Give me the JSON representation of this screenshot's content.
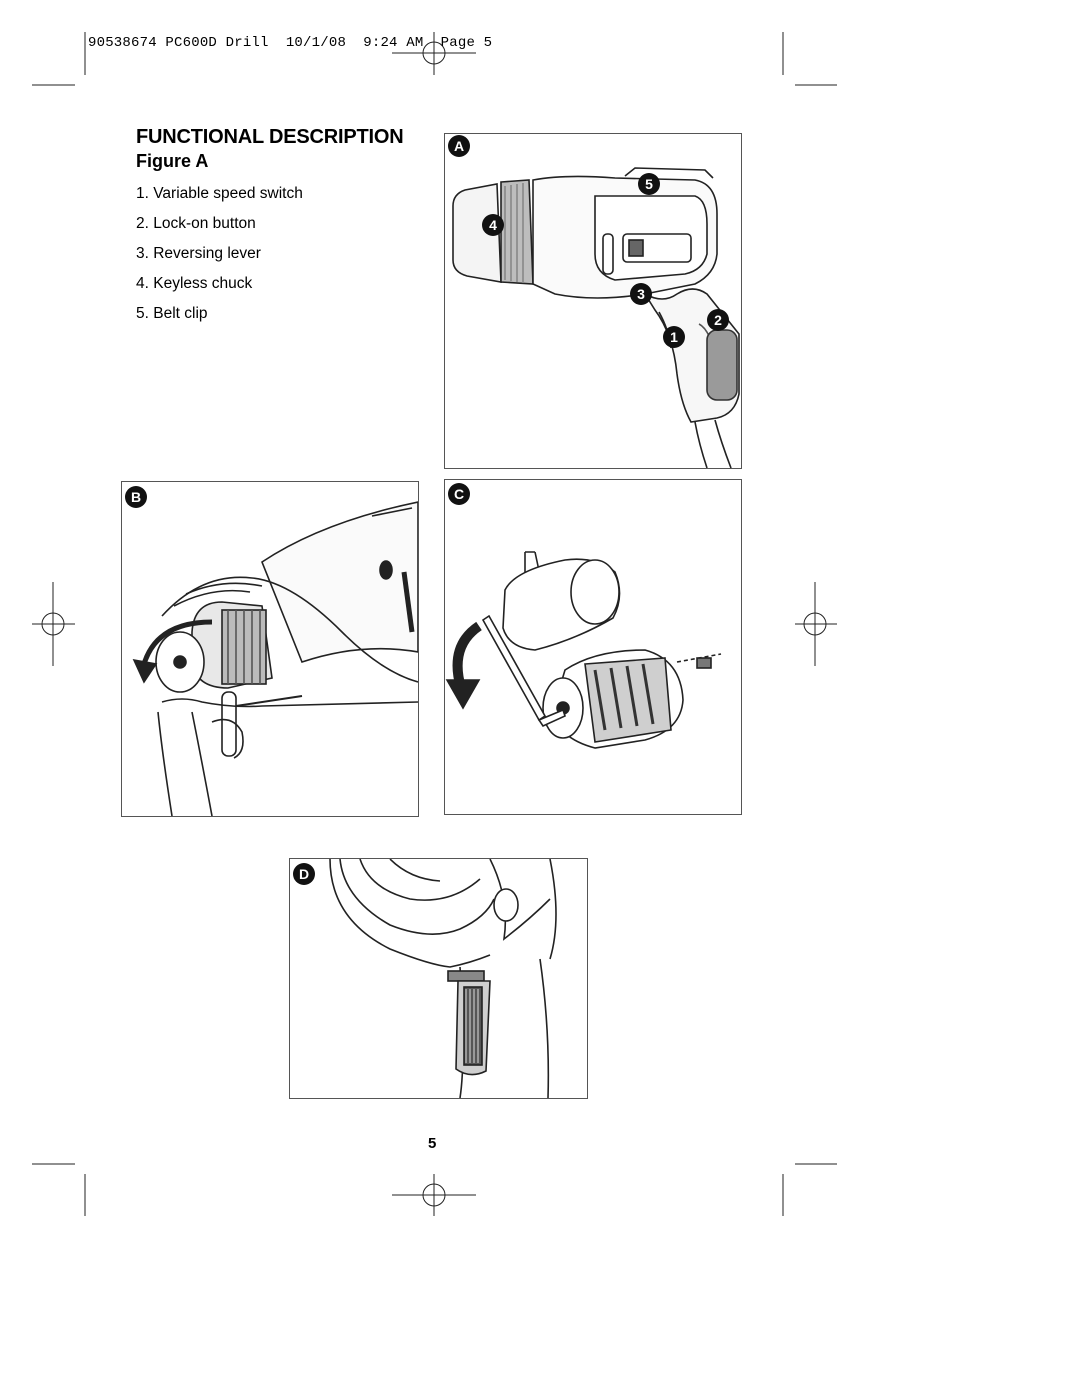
{
  "header": {
    "slug": "90538674 PC600D Drill  10/1/08  9:24 AM  Page 5"
  },
  "section": {
    "title": "FUNCTIONAL DESCRIPTION",
    "subtitle": "Figure A"
  },
  "parts_list": [
    "1. Variable speed switch",
    "2. Lock-on button",
    "3. Reversing lever",
    "4. Keyless chuck",
    "5. Belt clip"
  ],
  "figures": {
    "a": {
      "badge": "A",
      "callouts": [
        "5",
        "4",
        "3",
        "2",
        "1"
      ]
    },
    "b": {
      "badge": "B"
    },
    "c": {
      "badge": "C"
    },
    "d": {
      "badge": "D"
    }
  },
  "footer": {
    "page_number": "5"
  }
}
